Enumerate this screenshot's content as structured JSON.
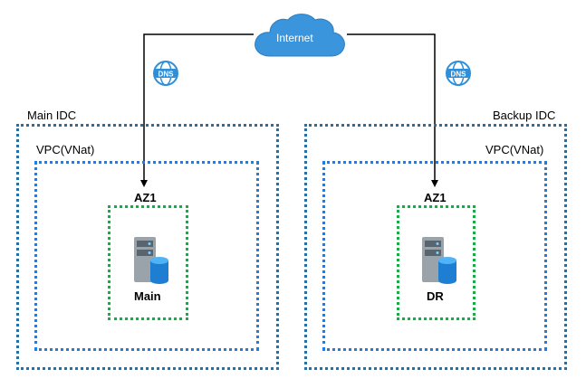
{
  "internet": {
    "label": "Internet",
    "icon": "cloud-icon"
  },
  "dns": {
    "icon": "dns-globe-icon",
    "label": "DNS"
  },
  "main_site": {
    "idc_label": "Main IDC",
    "vpc_label": "VPC(VNat)",
    "az_label": "AZ1",
    "server_label": "Main",
    "server_icon": "server-database-icon"
  },
  "backup_site": {
    "idc_label": "Backup IDC",
    "vpc_label": "VPC(VNat)",
    "az_label": "AZ1",
    "server_label": "DR",
    "server_icon": "server-database-icon"
  },
  "colors": {
    "idc_border": "#2b6ea0",
    "vpc_border": "#1f7ee0",
    "az_border": "#1fa84a",
    "cloud": "#2e8fd8",
    "dns": "#2e8fd8"
  }
}
